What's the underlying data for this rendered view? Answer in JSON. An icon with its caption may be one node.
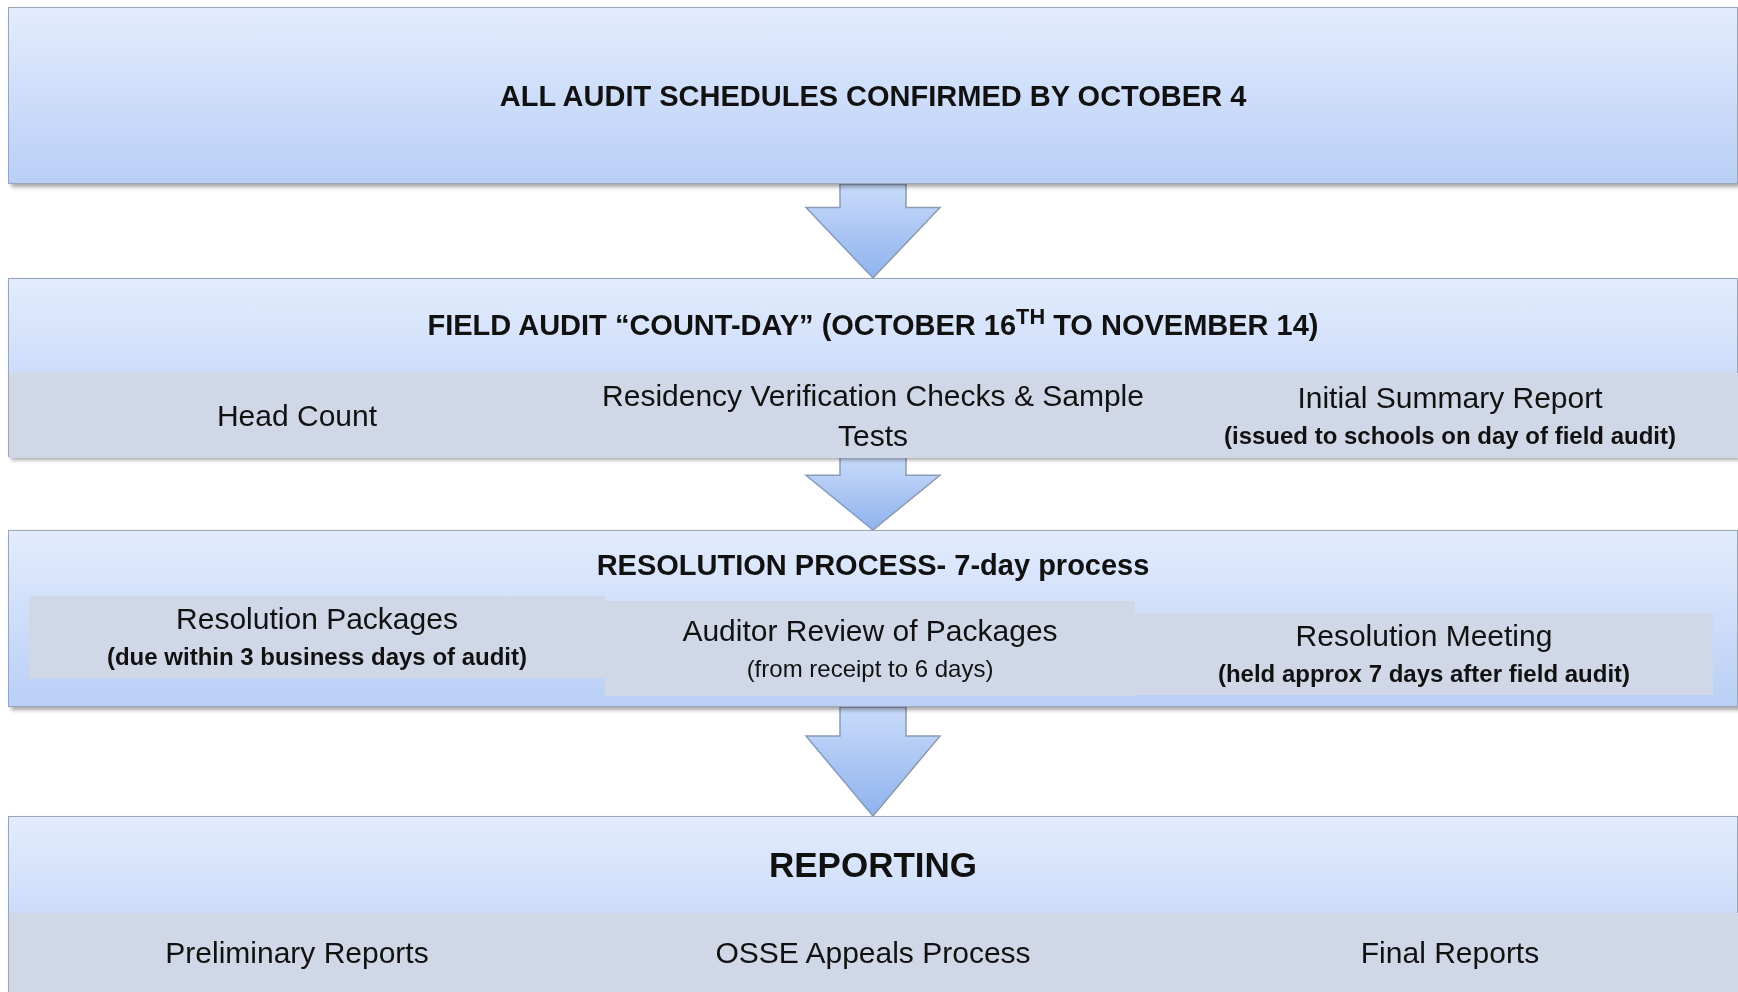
{
  "diagram": {
    "nodes": [
      {
        "text": [
          "ALL AUDIT SCHEDULES CONFIRMED BY OCTOBER 4"
        ]
      },
      {
        "text": [
          "FIELD AUDIT “COUNT-DAY” (OCTOBER 16$^{TH}$ TO NOVEMBER 14)"
        ]
      },
      {
        "text": [
          "Head Count"
        ],
        "in": 1
      },
      {
        "text": [
          "Residency Verification Checks & Sample Tests"
        ],
        "in": 1
      },
      {
        "text": [
          "Initial Summary Report",
          "(issued to schools on day of field audit)"
        ],
        "in": 1
      },
      {
        "text": [
          "RESOLUTION PROCESS- 7-day process"
        ]
      },
      {
        "text": [
          "Resolution Packages",
          "**(due within 3 business days of audit**)"
        ],
        "in": 5
      },
      {
        "text": [
          "Auditor Review of  Packages",
          "(from receipt to 6 days)"
        ],
        "in": 5
      },
      {
        "text": [
          "Resolution Meeting",
          "(held approx 7 days after field audit)"
        ],
        "in": 5
      },
      {
        "text": [
          "REPORTING"
        ]
      },
      {
        "text": [
          "Preliminary Reports"
        ],
        "in": 9
      },
      {
        "text": [
          "OSSE Appeals Process"
        ],
        "in": 9
      },
      {
        "text": [
          "Final Reports"
        ],
        "in": 9
      }
    ],
    "edges": [
      {
        "from": 0,
        "to": 1,
        "arrow": "to"
      },
      {
        "from": 1,
        "to": 5,
        "arrow": "to"
      },
      {
        "from": 5,
        "to": 9,
        "arrow": "to"
      }
    ]
  }
}
